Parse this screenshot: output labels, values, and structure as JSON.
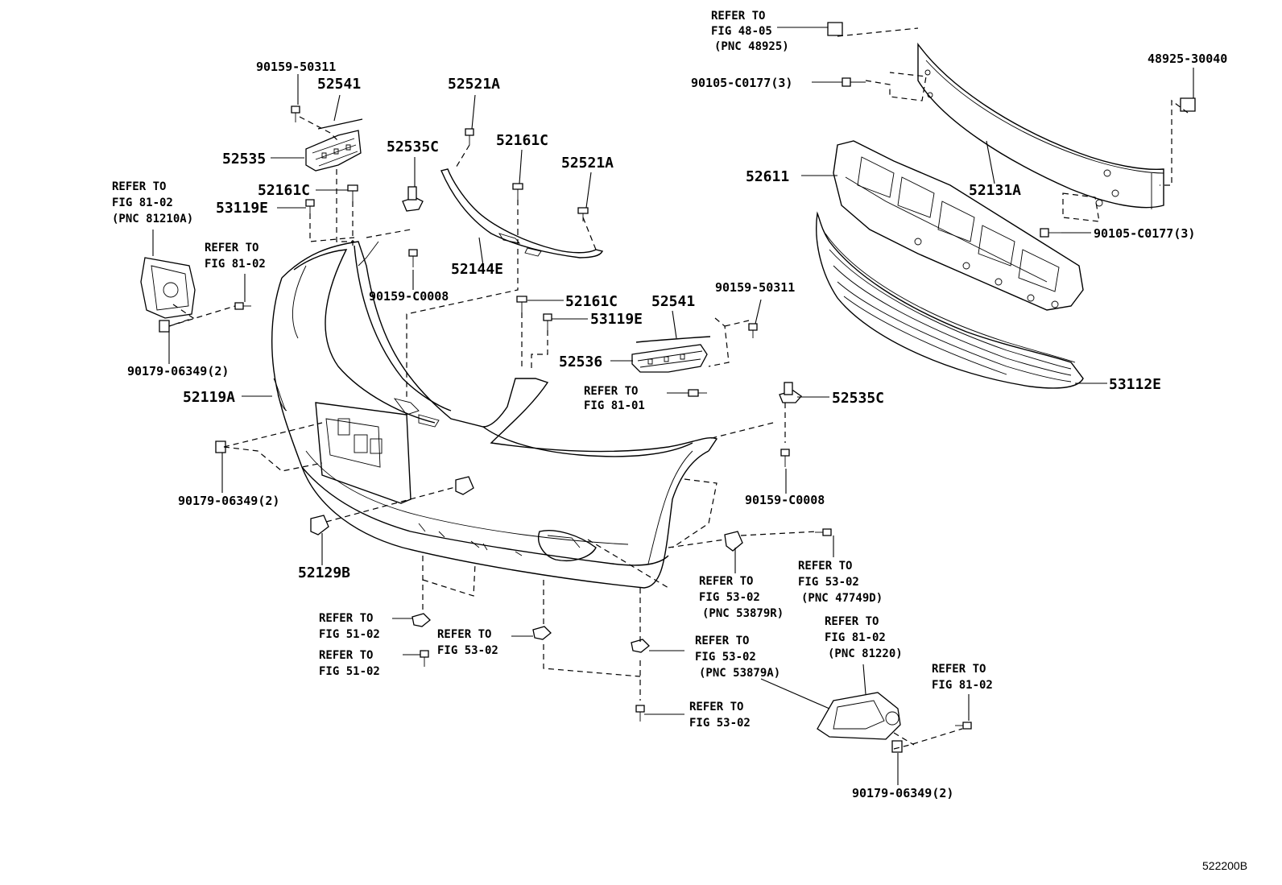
{
  "figure_code": "522200B",
  "labels": {
    "p90159_50311_a": "90159-50311",
    "p52541_a": "52541",
    "p52535": "52535",
    "p52161c_a": "52161C",
    "p53119e_a": "53119E",
    "ref_81_02_pnc81210a": [
      "REFER TO",
      "FIG 81-02",
      "(PNC 81210A)"
    ],
    "ref_81_02_a": [
      "REFER TO",
      "FIG 81-02"
    ],
    "p90179_06349_a": "90179-06349(2)",
    "p52535c_a": "52535C",
    "p90159_c0008_a": "90159-C0008",
    "p52521a_a": "52521A",
    "p52161c_b": "52161C",
    "p52521a_b": "52521A",
    "p52144e": "52144E",
    "p52161c_c": "52161C",
    "p53119e_b": "53119E",
    "p52541_b": "52541",
    "p52536": "52536",
    "ref_81_01": [
      "REFER TO",
      "FIG 81-01"
    ],
    "p90159_50311_b": "90159-50311",
    "p52119a": "52119A",
    "p90179_06349_b": "90179-06349(2)",
    "p52129b": "52129B",
    "ref_51_02_a": [
      "REFER TO",
      "FIG 51-02"
    ],
    "ref_51_02_b": [
      "REFER TO",
      "FIG 51-02"
    ],
    "ref_53_02_a": [
      "REFER TO",
      "FIG 53-02"
    ],
    "ref_53_02_pnc53879a": [
      "REFER TO",
      "FIG 53-02",
      "(PNC 53879A)"
    ],
    "ref_53_02_b": [
      "REFER TO",
      "FIG 53-02"
    ],
    "ref_53_02_pnc53879r": [
      "REFER TO",
      "FIG 53-02",
      "(PNC 53879R)"
    ],
    "ref_53_02_pnc47749d": [
      "REFER TO",
      "FIG 53-02",
      "(PNC 47749D)"
    ],
    "ref_81_02_pnc81220": [
      "REFER TO",
      "FIG 81-02",
      "(PNC 81220)"
    ],
    "ref_81_02_b": [
      "REFER TO",
      "FIG 81-02"
    ],
    "p90179_06349_c": "90179-06349(2)",
    "p52535c_b": "52535C",
    "p90159_c0008_b": "90159-C0008",
    "ref_48_05": [
      "REFER TO",
      "FIG 48-05",
      "(PNC 48925)"
    ],
    "p90105_c0177_a": "90105-C0177(3)",
    "p48925_30040": "48925-30040",
    "p52611": "52611",
    "p52131a": "52131A",
    "p90105_c0177_b": "90105-C0177(3)",
    "p53112e": "53112E"
  }
}
